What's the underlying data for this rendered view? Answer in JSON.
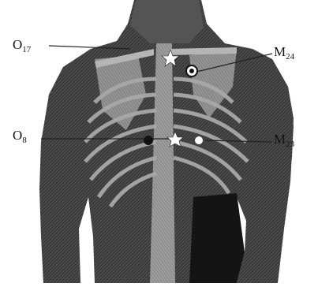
{
  "labels": {
    "o17": {
      "main": "O",
      "sub": "17"
    },
    "m24": {
      "main": "M",
      "sub": "24"
    },
    "o8": {
      "main": "O",
      "sub": "8"
    },
    "m23": {
      "main": "M",
      "sub": "23"
    }
  },
  "markers": {
    "star_icon": "white-star",
    "dot_icon": "white-dot"
  },
  "colors": {
    "background": "#ffffff",
    "body_fill": "#2b2b2b",
    "bone_fill": "#9a9a9a",
    "marker": "#ffffff"
  }
}
